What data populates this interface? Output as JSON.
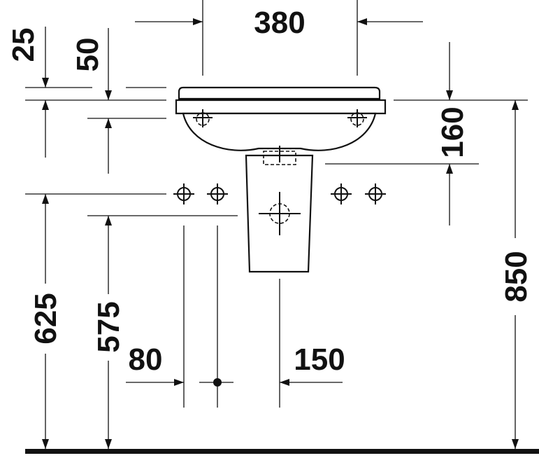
{
  "dimensions": {
    "d380": "380",
    "d25": "25",
    "d50": "50",
    "d160": "160",
    "d850": "850",
    "d625": "625",
    "d575": "575",
    "d80": "80",
    "d150": "150"
  }
}
